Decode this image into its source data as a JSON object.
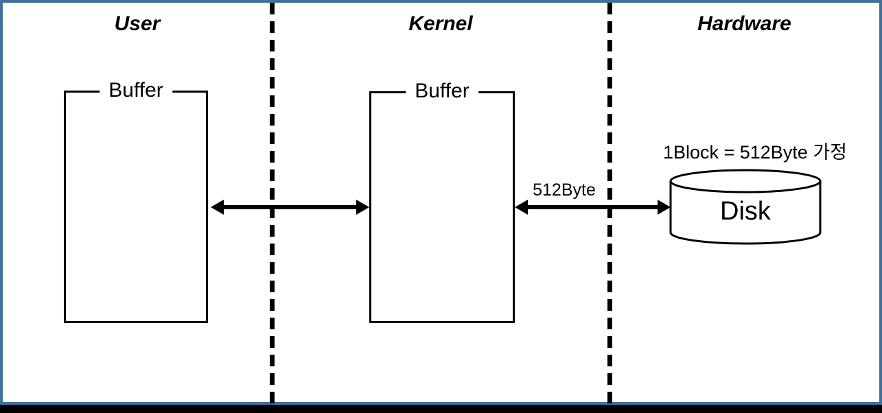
{
  "diagram": {
    "columns": [
      {
        "label": "User"
      },
      {
        "label": "Kernel"
      },
      {
        "label": "Hardware"
      }
    ],
    "user_buffer_label": "Buffer",
    "kernel_buffer_label": "Buffer",
    "disk_label": "Disk",
    "disk_annotation": "1Block = 512Byte 가정",
    "transfer_label": "512Byte"
  },
  "colors": {
    "slide_border": "#41719C",
    "line": "#000000",
    "background": "#FFFFFF"
  }
}
